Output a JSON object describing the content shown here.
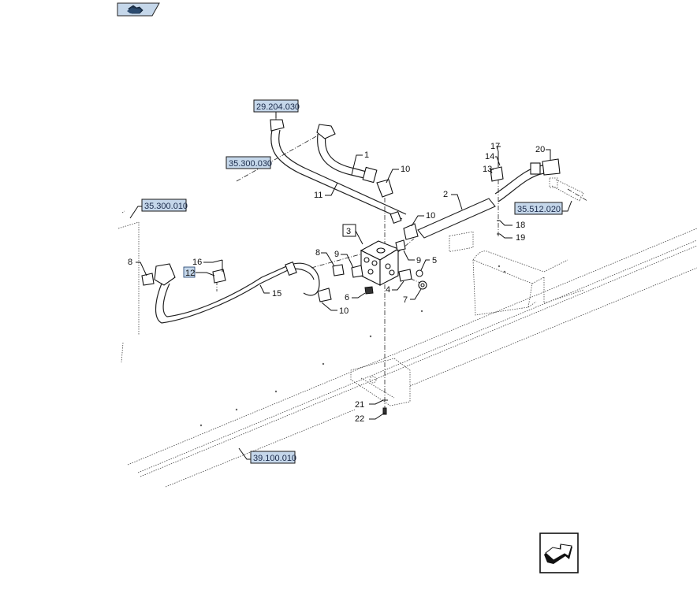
{
  "diagram": {
    "title": "Hydraulic hose and valve block assembly - exploded parts view",
    "reference_links": [
      {
        "id": "ref-29-204-030",
        "label": "29.204.030"
      },
      {
        "id": "ref-35-300-030",
        "label": "35.300.030"
      },
      {
        "id": "ref-35-300-010",
        "label": "35.300.010"
      },
      {
        "id": "ref-35-512-020",
        "label": "35.512.020"
      },
      {
        "id": "ref-39-100-010",
        "label": "39.100.010"
      }
    ],
    "part_callouts": {
      "p1": "1",
      "p2": "2",
      "p3": "3",
      "p4": "4",
      "p5": "5",
      "p6": "6",
      "p7": "7",
      "p8a": "8",
      "p8b": "8",
      "p9a": "9",
      "p9b": "9",
      "p10a": "10",
      "p10b": "10",
      "p10c": "10",
      "p11": "11",
      "p12": "12",
      "p13": "13",
      "p14": "14",
      "p15": "15",
      "p16": "16",
      "p17": "17",
      "p18": "18",
      "p19": "19",
      "p20": "20",
      "p21": "21",
      "p22": "22"
    },
    "highlighted_callout": "12"
  },
  "navigation": {
    "top_icon": "home-folder-icon",
    "bottom_icon": "next-page-arrow-icon"
  },
  "colors": {
    "ref_box_fill": "#c5d7ea",
    "line": "#111111"
  }
}
